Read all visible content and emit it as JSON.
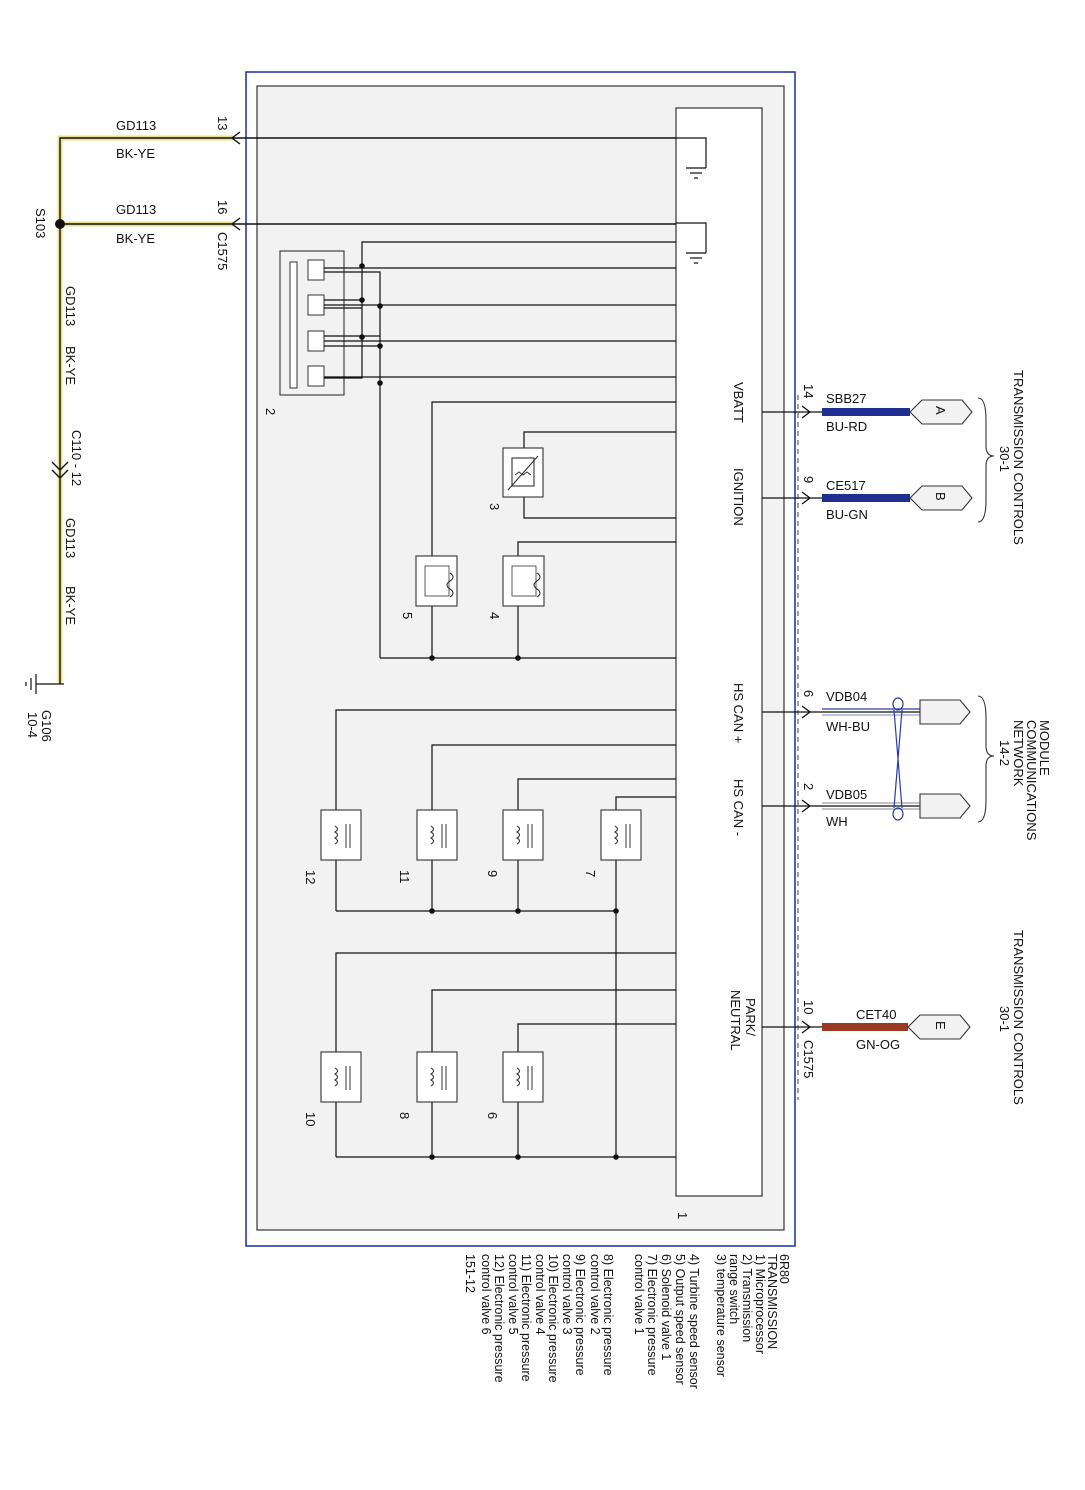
{
  "ground": {
    "wire_top": {
      "pin": "13",
      "circuit": "GD113",
      "color": "BK-YE"
    },
    "wire_bottom": {
      "pin": "16",
      "circuit": "GD113",
      "color": "BK-YE",
      "connector": "C1575"
    },
    "splice": "S103",
    "run_circuit_1": "GD113",
    "run_color_1": "BK-YE",
    "inline_connector": "C110 - 12",
    "run_circuit_2": "GD113",
    "run_color_2": "BK-YE",
    "ground_point": "G106",
    "ground_ref": "10-4"
  },
  "module": {
    "pins": [
      "VBATT",
      "IGNITION",
      "HS CAN +",
      "HS CAN -",
      "PARK/",
      "NEUTRAL"
    ],
    "number": "1"
  },
  "components": {
    "c2": "2",
    "c3": "3",
    "c4": "4",
    "c5": "5",
    "c6": "6",
    "c7": "7",
    "c8": "8",
    "c9": "9",
    "c10": "10",
    "c11": "11",
    "c12": "12"
  },
  "right_wires": [
    {
      "pin": "14",
      "circuit": "SBB27",
      "color": "BU-RD",
      "connector_letter": "A",
      "hex": "#1f2f8f"
    },
    {
      "pin": "9",
      "circuit": "CE517",
      "color": "BU-GN",
      "connector_letter": "B",
      "hex": "#1f2f8f"
    },
    {
      "pin": "6",
      "circuit": "VDB04",
      "color": "WH-BU"
    },
    {
      "pin": "2",
      "circuit": "VDB05",
      "color": "WH"
    },
    {
      "pin": "10",
      "circuit": "CET40",
      "color": "GN-OG",
      "connector_letter": "E",
      "connector": "C1575",
      "hex": "#9b3a22"
    }
  ],
  "refs": {
    "trans_top_title": "TRANSMISSION CONTROLS",
    "trans_top_page": "30-1",
    "network_line1": "MODULE",
    "network_line2": "COMMUNICATIONS",
    "network_line3": "NETWORK",
    "network_page": "14-2",
    "trans_bottom_title": "TRANSMISSION CONTROLS",
    "trans_bottom_page": "30-1"
  },
  "legend": [
    "6R80",
    "TRANSMISSION",
    "1) Microprocessor",
    "2) Transmission",
    "range switch",
    "3) temperature sensor",
    "4) Turbine speed sensor",
    "5) Output speed sensor",
    "6) Solenoid valve 1",
    "7) Electronic pressure",
    "control valve 1",
    "8) Electronic pressure",
    "control valve 2",
    "9) Electronic pressure",
    "control valve 3",
    "10) Electronic pressure",
    "control valve 4",
    "11) Electronic pressure",
    "control valve 5",
    "12) Electronic pressure",
    "control valve 6",
    "151-12"
  ],
  "colors": {
    "frame_blue": "#2a3aa8",
    "wire_yellow": "#e8e08a",
    "wire_blue": "#1f2f8f",
    "wire_orange": "#9b3a22",
    "housing_fill": "#f2f2f2"
  }
}
